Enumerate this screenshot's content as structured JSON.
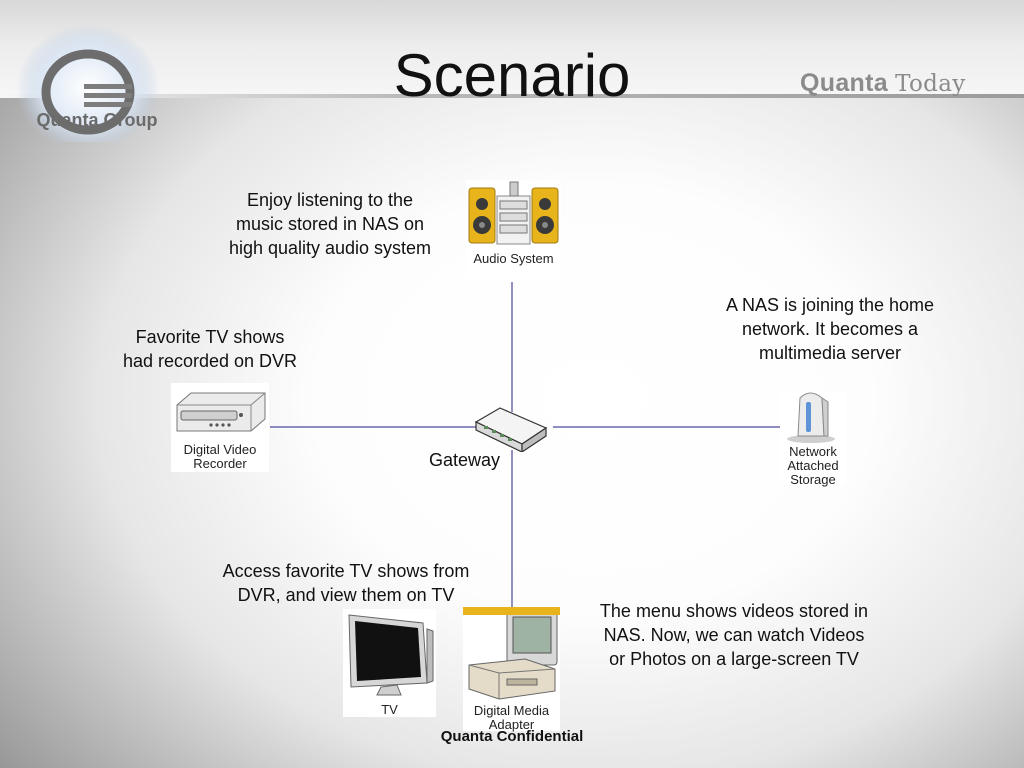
{
  "slide": {
    "title": "Scenario",
    "brand_bold": "Quanta",
    "brand_light": "Today",
    "logo_text": "Quanta Group",
    "footer": "Quanta Confidential"
  },
  "devices": {
    "audio": "Audio System",
    "dvr": "Digital Video Recorder",
    "nas": "Network Attached Storage",
    "tv": "TV",
    "adapter": "Digital Media Adapter",
    "gateway": "Gateway"
  },
  "notes": {
    "audio_l1": "Enjoy listening to the",
    "audio_l2": "music stored in NAS on",
    "audio_l3": "high quality audio system",
    "dvr_l1": "Favorite TV shows",
    "dvr_l2": "had recorded on DVR",
    "nas_l1": "A NAS is joining the home",
    "nas_l2": "network. It becomes a",
    "nas_l3": "multimedia server",
    "tv_l1": "Access favorite TV shows from",
    "tv_l2": "DVR, and view them on  TV",
    "menu_l1": "The menu shows videos stored in",
    "menu_l2": "NAS. Now, we can watch Videos",
    "menu_l3": "or Photos  on a large-screen TV"
  },
  "colors": {
    "link": "#4a4a9a",
    "speaker": "#e8b41c",
    "tv_glass": "#111111"
  }
}
